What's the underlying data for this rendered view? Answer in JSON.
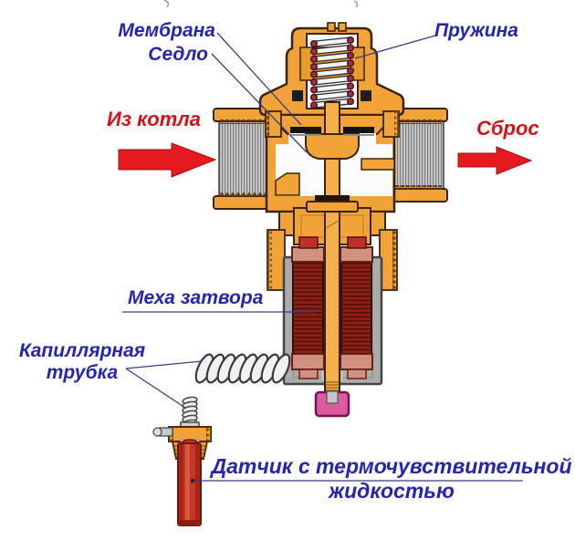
{
  "labels": {
    "membrane": "Мембрана",
    "seat": "Седло",
    "spring": "Пружина",
    "inlet": "Из котла",
    "outlet": "Сброс",
    "bellows": "Меха затвора",
    "capillary_line1": "Капиллярная",
    "capillary_line2": "трубка",
    "sensor_line1": "Датчик с термочувствительной",
    "sensor_line2": "жидкостью"
  },
  "colors": {
    "label_blue": "#2525AD",
    "label_red": "#D41216",
    "arrow_red": "#E61A1E",
    "body_orange": "#F2A337",
    "stem_orange": "#F6B04A",
    "bellows_dark_red": "#8E2016",
    "bellows_cap_salmon": "#D2907E",
    "cup_grey": "#ABABAB",
    "thread_grey": "#C8C8C8",
    "knob_pink": "#DA5C9E",
    "sensor_red": "#C53826",
    "spring_dot_maroon": "#9E2F42",
    "leader_line": "#3A3A8E"
  }
}
